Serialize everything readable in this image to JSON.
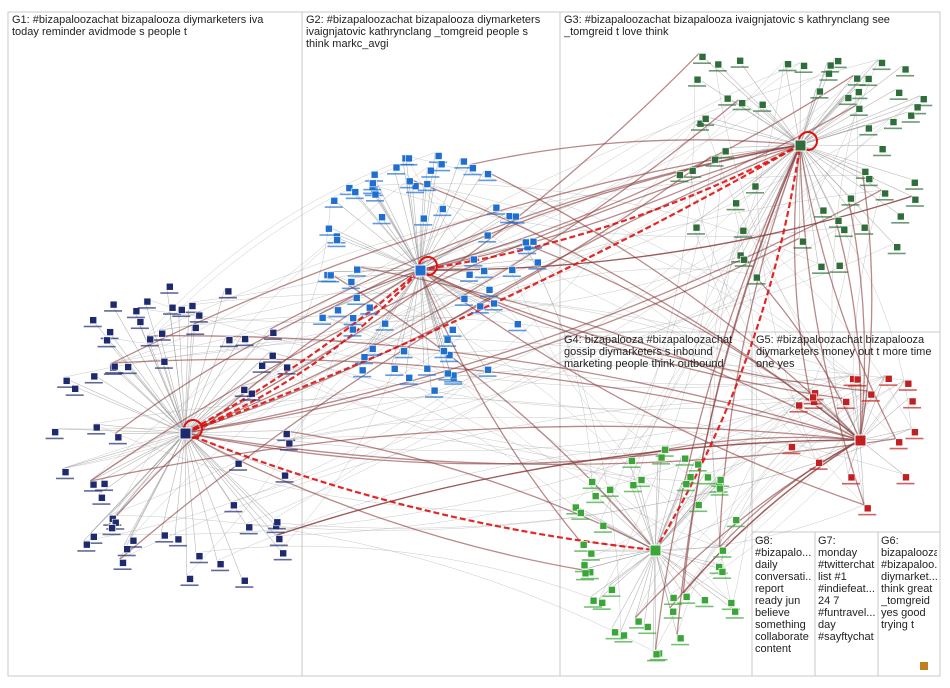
{
  "groups": [
    {
      "id": "G1",
      "title_lines": [
        "G1: #bizapaloozachat bizapalooza diymarketers iva",
        "today reminder avidmode s people t"
      ],
      "node_color": "#1e2a6e",
      "node_count": 62
    },
    {
      "id": "G2",
      "title_lines": [
        "G2: #bizapaloozachat bizapalooza diymarketers",
        "ivaignjatovic kathrynclang _tomgreid people s",
        "think markc_avgi"
      ],
      "node_color": "#1f6fd0",
      "node_count": 70
    },
    {
      "id": "G3",
      "title_lines": [
        "G3: #bizapaloozachat bizapalooza ivaignjatovic s kathrynclang see",
        "_tomgreid t love think"
      ],
      "node_color": "#2f6e3a",
      "node_count": 55
    },
    {
      "id": "G4",
      "title_lines": [
        "G4: bizapalooza #bizapaloozachat",
        "gossip diymarketers s inbound",
        "marketing people think outbound"
      ],
      "node_color": "#3aa63a",
      "node_count": 45
    },
    {
      "id": "G5",
      "title_lines": [
        "G5: #bizapaloozachat bizapalooza",
        "diymarketers money out t more time",
        "one yes"
      ],
      "node_color": "#c02020",
      "node_count": 18
    },
    {
      "id": "G8",
      "title_lines": [
        "G8:",
        "#bizapalo...",
        "daily",
        "conversati...",
        "report",
        "ready jun",
        "believe",
        "something",
        "collaborate",
        "content"
      ],
      "node_color": "#777777",
      "node_count": 0
    },
    {
      "id": "G7",
      "title_lines": [
        "G7:",
        "monday",
        "#twitterchat",
        "list #1",
        "#indiefeat...",
        "24 7",
        "#funtravel...",
        "day",
        "#sayftychat"
      ],
      "node_color": "#999999",
      "node_count": 0
    },
    {
      "id": "G6",
      "title_lines": [
        "G6:",
        "bizapalooza",
        "#bizapaloo...",
        "diymarket...",
        "think great",
        "_tomgreid",
        "yes good",
        "trying t"
      ],
      "node_color": "#c08020",
      "node_count": 1
    }
  ],
  "colors": {
    "edge_gray": "#9a9a9a",
    "edge_brown": "#8a3b3b",
    "edge_red": "#e01010",
    "border": "#c8c8c8"
  }
}
